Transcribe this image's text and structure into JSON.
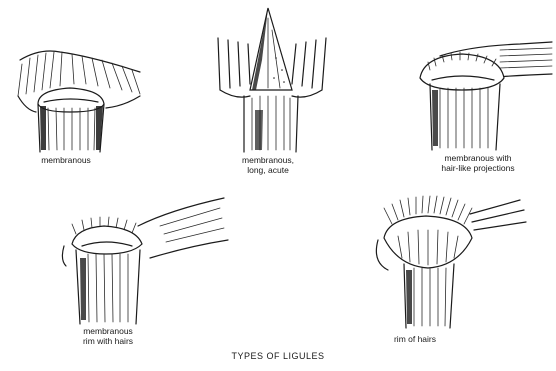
{
  "title": "TYPES OF LIGULES",
  "figures": [
    {
      "id": "membranous",
      "caption": [
        "membranous"
      ]
    },
    {
      "id": "membranous-long-acute",
      "caption": [
        "membranous,",
        "long, acute"
      ]
    },
    {
      "id": "membranous-hair-projections",
      "caption": [
        "membranous with",
        "hair-like projections"
      ]
    },
    {
      "id": "membranous-rim-hairs",
      "caption": [
        "membranous",
        "rim with hairs"
      ]
    },
    {
      "id": "rim-of-hairs",
      "caption": [
        "rim of hairs"
      ]
    }
  ]
}
